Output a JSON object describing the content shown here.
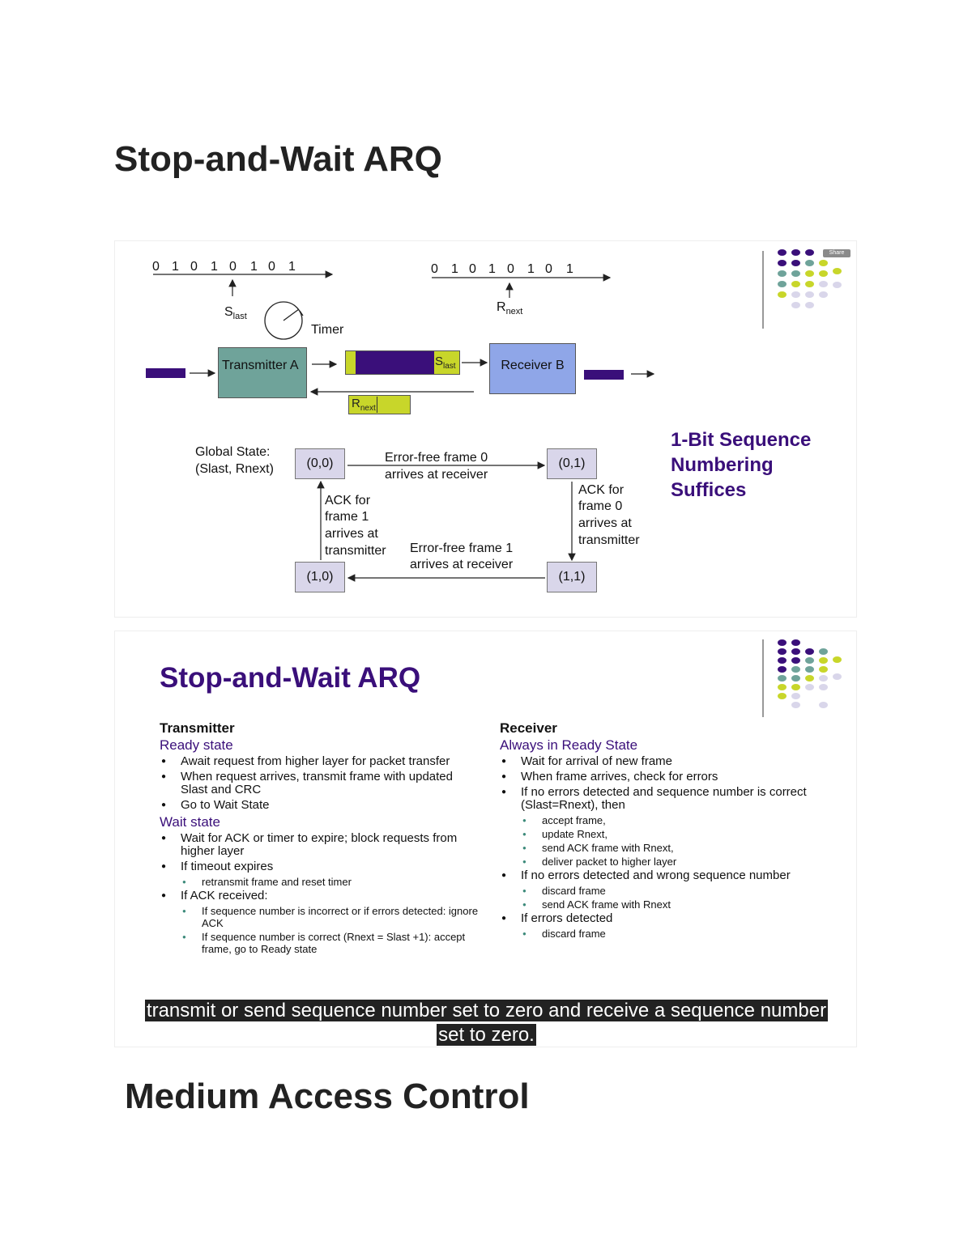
{
  "page": {
    "title1": "Stop-and-Wait ARQ",
    "title2": "Medium Access Control"
  },
  "slide1": {
    "seq_tx": [
      "0",
      "1",
      "0",
      "1",
      "0",
      "1",
      "0",
      "1"
    ],
    "seq_rx": [
      "0",
      "1",
      "0",
      "1",
      "0",
      "1",
      "0",
      "1"
    ],
    "s_last": "S",
    "s_last_sub": "last",
    "r_next": "R",
    "r_next_sub": "next",
    "timer": "Timer",
    "transmitter": "Transmitter A",
    "receiver": "Receiver B",
    "global_state": "Global State:",
    "global_state_vars": "(Slast, Rnext)",
    "states": [
      "(0,0)",
      "(0,1)",
      "(1,0)",
      "(1,1)"
    ],
    "t_top_1": "Error-free frame 0",
    "t_top_2": "arrives at receiver",
    "t_right_1": "ACK for",
    "t_right_2": "frame 0",
    "t_right_3": "arrives at",
    "t_right_4": "transmitter",
    "t_bottom_1": "Error-free frame 1",
    "t_bottom_2": "arrives at receiver",
    "t_left_1": "ACK for",
    "t_left_2": "frame 1",
    "t_left_3": "arrives at",
    "t_left_4": "transmitter",
    "side_title_1": "1-Bit Sequence",
    "side_title_2": "Numbering",
    "side_title_3": "Suffices",
    "share_badge": "Share",
    "colors": {
      "purple": "#3a0f7a",
      "lime": "#c8d62a",
      "teal": "#6fa39a",
      "lavender": "#d9d6ea",
      "blue": "#8fa6e8"
    }
  },
  "slide2": {
    "title": "Stop-and-Wait ARQ",
    "tx_head": "Transmitter",
    "tx_ready": "Ready state",
    "tx_ready_items": [
      "Await request from higher layer for packet transfer",
      "When request arrives, transmit frame with updated Slast and CRC",
      "Go to Wait State"
    ],
    "tx_wait": "Wait state",
    "tx_wait_1": "Wait for ACK or timer to expire; block requests from higher layer",
    "tx_wait_2": "If timeout expires",
    "tx_wait_2a": "retransmit frame and reset timer",
    "tx_wait_3": "If ACK received:",
    "tx_wait_3a": "If sequence number is incorrect or if errors detected: ignore ACK",
    "tx_wait_3b": "If sequence number is correct (Rnext = Slast +1): accept frame, go to Ready state",
    "rx_head": "Receiver",
    "rx_ready": "Always in Ready State",
    "rx_1": "Wait for arrival of new frame",
    "rx_2": "When frame arrives, check for errors",
    "rx_3": "If no errors detected and sequence number is correct (Slast=Rnext), then",
    "rx_3a": "accept frame,",
    "rx_3b": "update Rnext,",
    "rx_3c": "send ACK frame with Rnext,",
    "rx_3d": "deliver packet to higher layer",
    "rx_4": "If no errors detected and wrong sequence number",
    "rx_4a": "discard frame",
    "rx_4b": "send ACK frame with Rnext",
    "rx_5": "If errors detected",
    "rx_5a": "discard frame",
    "caption_1": "transmit or send sequence number set to zero and receive a sequence number",
    "caption_2": "set to zero."
  }
}
